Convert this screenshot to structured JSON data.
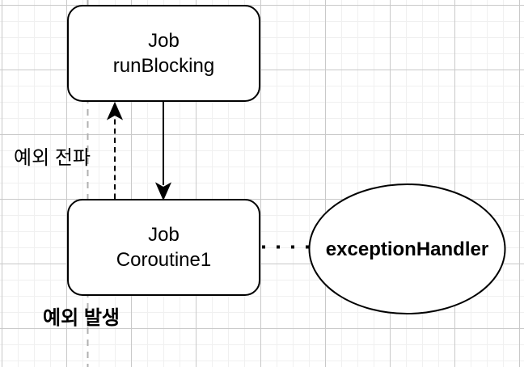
{
  "nodes": {
    "run_blocking": {
      "line1": "Job",
      "line2": "runBlocking"
    },
    "coroutine1": {
      "line1": "Job",
      "line2": "Coroutine1"
    },
    "exception_handler": {
      "label": "exceptionHandler"
    }
  },
  "annotations": {
    "propagation": "예외 전파",
    "occurrence": "예외 발생"
  },
  "edges": {
    "parent_to_child": "solid-arrow-down",
    "exception_propagation": "dashed-arrow-up",
    "handler_link": "dotted-line"
  },
  "colors": {
    "shape_stroke": "#000000",
    "shape_fill": "#ffffff",
    "text": "#000000",
    "guide_line": "#b0b0b0",
    "grid_minor": "#f0f0f0",
    "grid_major": "#c9c9c9",
    "background": "#ffffff"
  }
}
